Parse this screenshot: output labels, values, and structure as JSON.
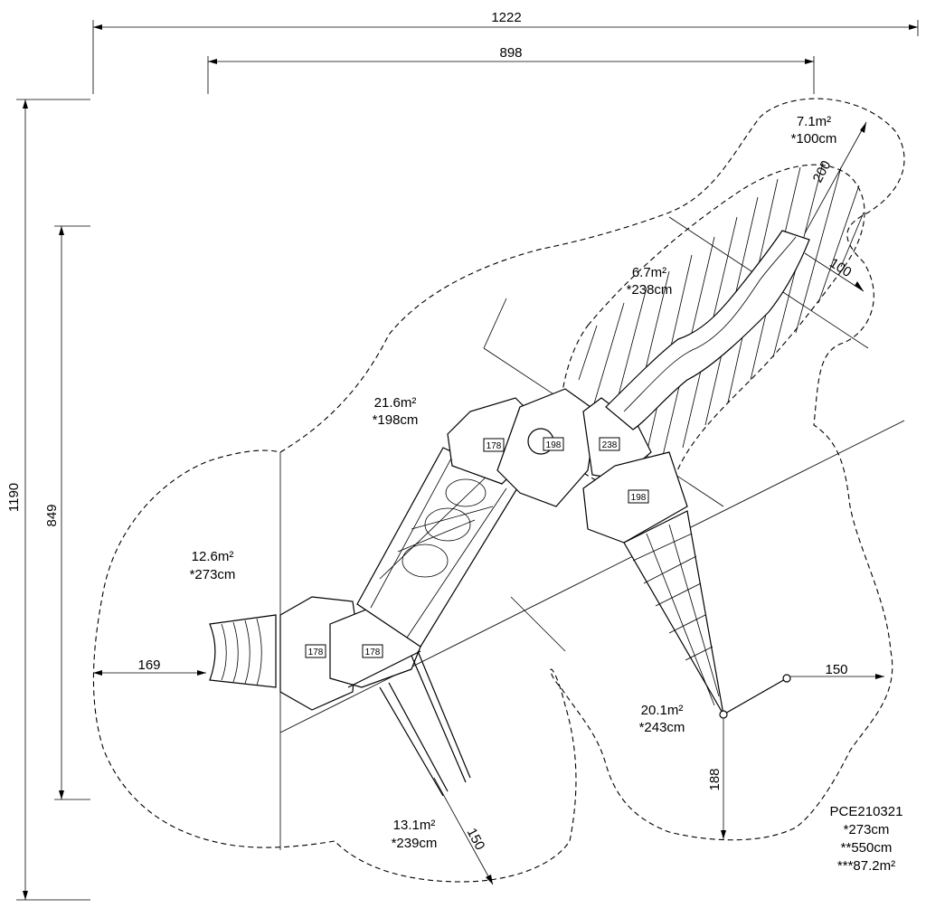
{
  "dimensions": {
    "overall_width": "1222",
    "inner_width": "898",
    "overall_height": "1190",
    "inner_height": "849",
    "left_clearance": "169",
    "right_clearance": "150",
    "bottom_right_clearance": "188",
    "bottom_diagonal": "150",
    "top_diagonal_long": "200",
    "top_diagonal_short": "100"
  },
  "zones": [
    {
      "area": "7.1m²",
      "height": "*100cm"
    },
    {
      "area": "6.7m²",
      "height": "*238cm"
    },
    {
      "area": "21.6m²",
      "height": "*198cm"
    },
    {
      "area": "12.6m²",
      "height": "*273cm"
    },
    {
      "area": "20.1m²",
      "height": "*243cm"
    },
    {
      "area": "13.1m²",
      "height": "*239cm"
    }
  ],
  "platform_tags": [
    "178",
    "178",
    "178",
    "198",
    "238",
    "198"
  ],
  "product": {
    "code": "PCE210321",
    "line1": "*273cm",
    "line2": "**550cm",
    "line3": "***87.2m²"
  }
}
